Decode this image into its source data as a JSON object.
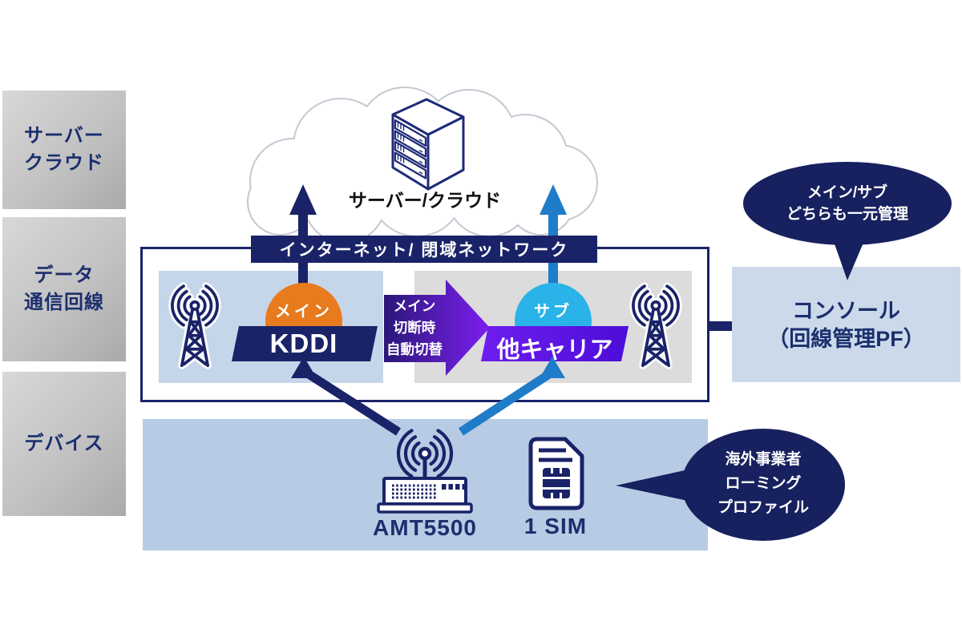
{
  "sidebar": {
    "items": [
      {
        "label": "サーバー\nクラウド"
      },
      {
        "label": "データ\n通信回線"
      },
      {
        "label": "デバイス"
      }
    ]
  },
  "cloud": {
    "label": "サーバー/クラウド"
  },
  "banner": {
    "label": "インターネット/ 閉域ネットワーク"
  },
  "network": {
    "main": {
      "badge": "メイン",
      "carrier": "KDDI"
    },
    "failover": {
      "label": "メイン\n切断時\n自動切替"
    },
    "sub": {
      "badge": "サブ",
      "carrier": "他キャリア"
    }
  },
  "console": {
    "title": "コンソール\n（回線管理PF）",
    "callout": "メイン/サブ\nどちらも一元管理"
  },
  "device": {
    "router": "AMT5500",
    "sim": "1 SIM",
    "callout": "海外事業者\nローミング\nプロファイル"
  },
  "icons": {
    "server": "server-rack-icon",
    "tower": "cell-tower-icon",
    "router": "wifi-router-icon",
    "sim": "sim-card-icon"
  },
  "colors": {
    "navy": "#1a2368",
    "arrow_blue": "#1e7cc8",
    "badge_orange": "#e87b1e",
    "badge_blue": "#2ab3e8",
    "purple_start": "#6d1ef0",
    "purple_end": "#4d0cd8",
    "panel_blue": "#c5d6ea",
    "panel_gray": "#dcdcdc",
    "device_panel": "#b7cbe4",
    "console_panel": "#ccd9ea"
  }
}
